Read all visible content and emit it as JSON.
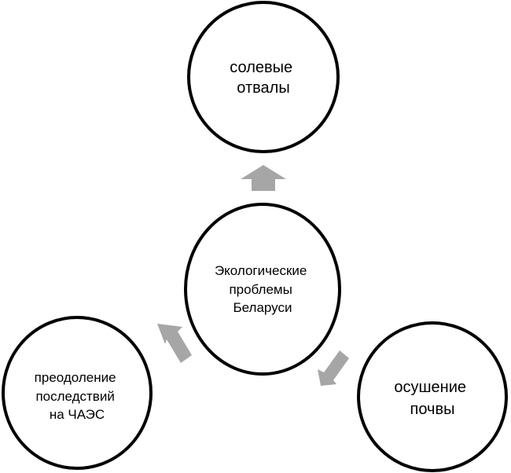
{
  "diagram": {
    "center": {
      "lines": [
        "Экологические",
        "проблемы",
        "Беларуси"
      ]
    },
    "top": {
      "lines": [
        "солевые",
        "отвалы"
      ]
    },
    "left": {
      "lines": [
        "преодоление",
        "последствий",
        "на ЧАЭС"
      ]
    },
    "right": {
      "lines": [
        "осушение",
        "почвы"
      ]
    },
    "colors": {
      "circle_stroke": "#000000",
      "circle_fill": "#ffffff",
      "arrow": "#a6a6a6",
      "text": "#000000"
    }
  }
}
